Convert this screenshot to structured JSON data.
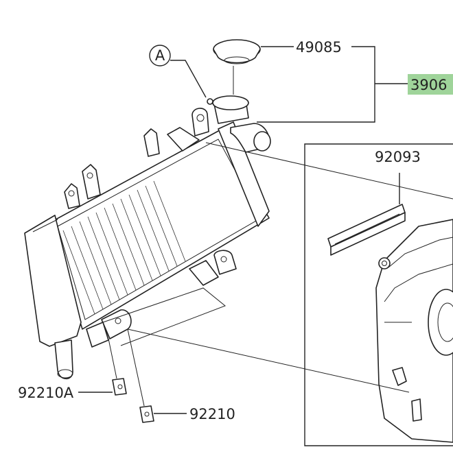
{
  "diagram": {
    "highlight_color": "#9fd49a",
    "callout_letter": "A",
    "parts": [
      {
        "id": "cap",
        "label": "49085"
      },
      {
        "id": "assembly",
        "label": "3906"
      },
      {
        "id": "spacer",
        "label": "92093"
      },
      {
        "id": "nut-left",
        "label": "92210A"
      },
      {
        "id": "nut-right",
        "label": "92210"
      }
    ]
  }
}
